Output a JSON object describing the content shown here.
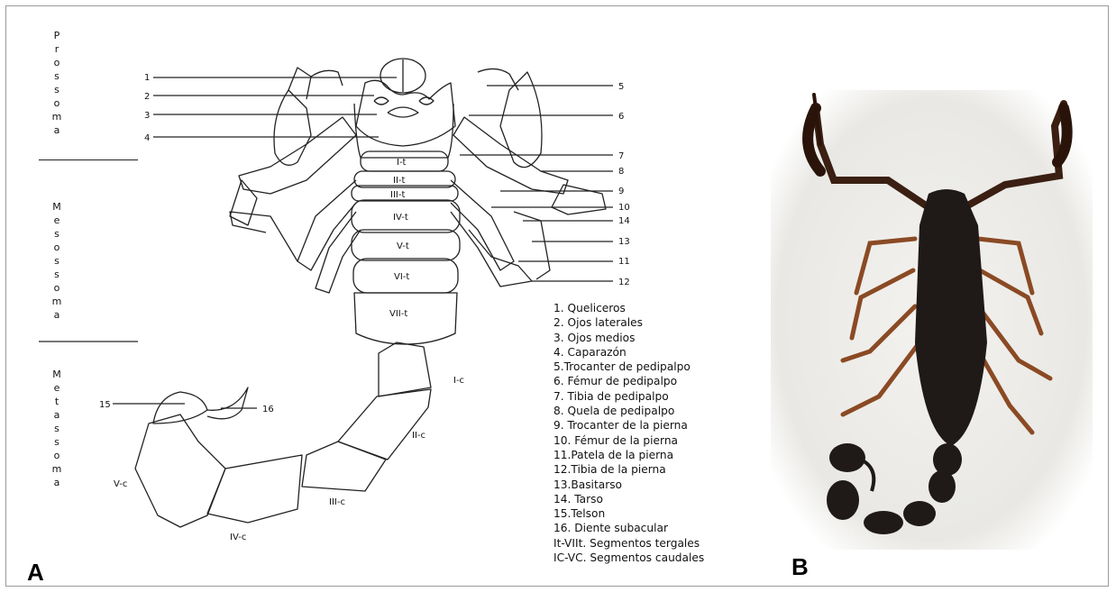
{
  "sections": {
    "prosoma": [
      "P",
      "r",
      "o",
      "s",
      "s",
      "o",
      "m",
      "a"
    ],
    "mesossoma": [
      "M",
      "e",
      "s",
      "o",
      "s",
      "s",
      "o",
      "m",
      "a"
    ],
    "metassoma": [
      "M",
      "e",
      "t",
      "a",
      "s",
      "s",
      "o",
      "m",
      "a"
    ]
  },
  "callouts": [
    "1",
    "2",
    "3",
    "4",
    "5",
    "6",
    "7",
    "8",
    "9",
    "10",
    "14",
    "13",
    "11",
    "12",
    "15",
    "16"
  ],
  "segments": {
    "tergal": [
      "I-t",
      "II-t",
      "III-t",
      "IV-t",
      "V-t",
      "VI-t",
      "VII-t"
    ],
    "caudal": [
      "I-c",
      "II-c",
      "III-c",
      "IV-c",
      "V-c"
    ]
  },
  "legend": [
    "1. Queliceros",
    "2. Ojos laterales",
    "3. Ojos medios",
    "4. Caparazón",
    "5.Trocanter de pedipalpo",
    "6. Fémur de pedipalpo",
    "7. Tibia de pedipalpo",
    "8. Quela de pedipalpo",
    "9. Trocanter de la pierna",
    "10. Fémur de la pierna",
    "11.Patela de la pierna",
    "12.Tibia de la pierna",
    "13.Basitarso",
    "14. Tarso",
    "15.Telson",
    "16. Diente subacular",
    "It-VIIt. Segmentos tergales",
    "IC-VC. Segmentos caudales"
  ],
  "panels": {
    "a": "A",
    "b": "B"
  },
  "colors": {
    "line": "#222222",
    "scorpion_body": "#1f1a18",
    "scorpion_limb": "#8a4a24",
    "photo_bg": "#ecebe8"
  }
}
